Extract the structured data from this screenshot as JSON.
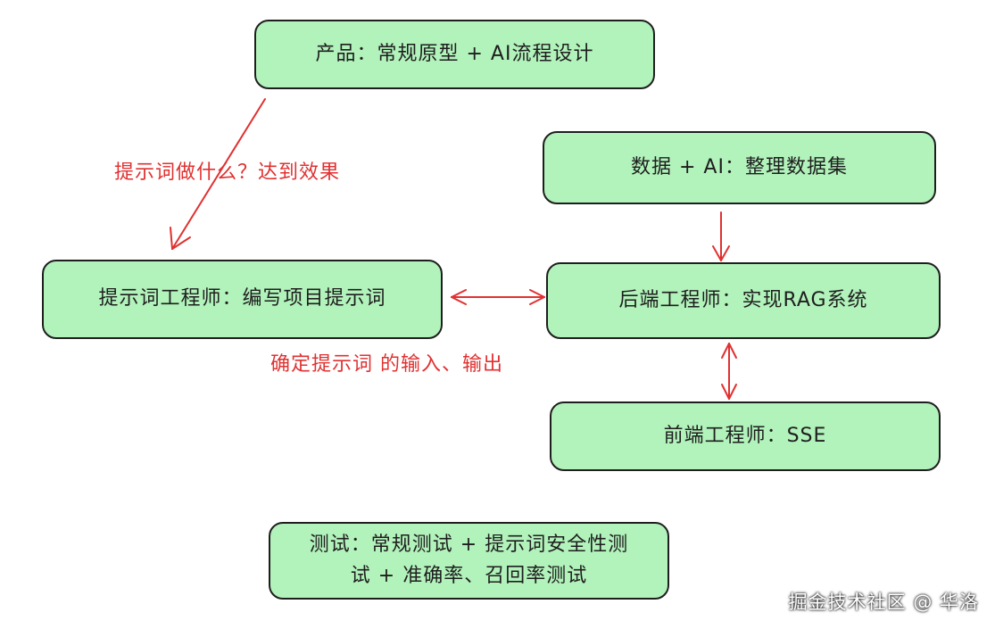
{
  "nodes": {
    "product": "产品：常规原型 + AI流程设计",
    "data_ai": "数据 + AI：整理数据集",
    "prompt_engineer": "提示词工程师：编写项目提示词",
    "backend_engineer": "后端工程师：实现RAG系统",
    "frontend_engineer": "前端工程师：SSE",
    "testing_line1": "测试：常规测试 + 提示词安全性测",
    "testing_line2": "试 + 准确率、召回率测试"
  },
  "edge_labels": {
    "product_to_prompt": "提示词做什么？达到效果",
    "prompt_backend": "确定提示词 的输入、输出"
  },
  "watermark": "掘金技术社区 @ 华洛",
  "colors": {
    "node_fill": "#b2f2bb",
    "node_stroke": "#1e1e1e",
    "arrow": "#e03131",
    "label": "#e03131"
  }
}
